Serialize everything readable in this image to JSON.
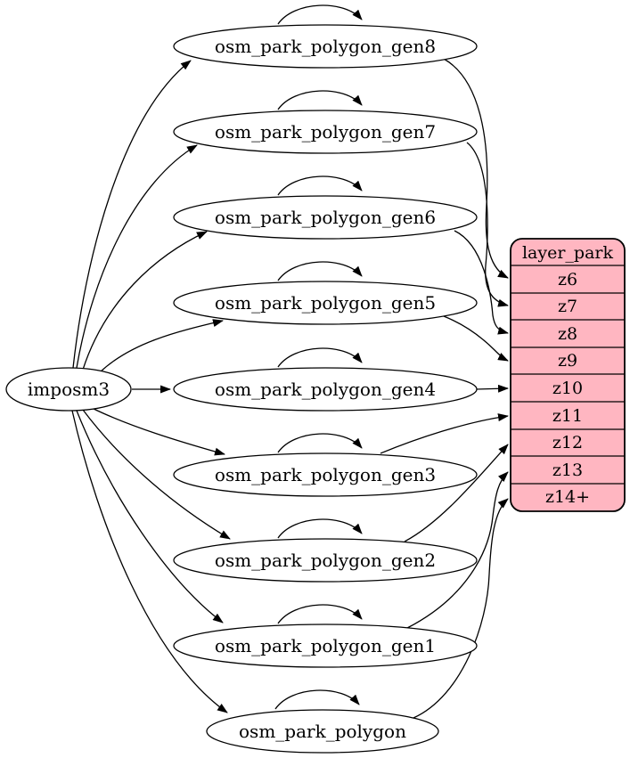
{
  "diagram": {
    "type": "graphviz-digraph",
    "source_node": {
      "label": "imposm3"
    },
    "generalized_tables": [
      {
        "label": "osm_park_polygon_gen8",
        "feeds_zoom": "z6"
      },
      {
        "label": "osm_park_polygon_gen7",
        "feeds_zoom": "z7"
      },
      {
        "label": "osm_park_polygon_gen6",
        "feeds_zoom": "z8"
      },
      {
        "label": "osm_park_polygon_gen5",
        "feeds_zoom": "z9"
      },
      {
        "label": "osm_park_polygon_gen4",
        "feeds_zoom": "z10"
      },
      {
        "label": "osm_park_polygon_gen3",
        "feeds_zoom": "z11"
      },
      {
        "label": "osm_park_polygon_gen2",
        "feeds_zoom": "z12"
      },
      {
        "label": "osm_park_polygon_gen1",
        "feeds_zoom": "z13"
      },
      {
        "label": "osm_park_polygon",
        "feeds_zoom": "z14+"
      }
    ],
    "layer_table": {
      "title": "layer_park",
      "rows": [
        "z6",
        "z7",
        "z8",
        "z9",
        "z10",
        "z11",
        "z12",
        "z13",
        "z14+"
      ]
    },
    "colors": {
      "layer_fill": "#ffb6c1",
      "node_fill": "#ffffff",
      "stroke": "#000000",
      "background": "#ffffff"
    },
    "edges": [
      {
        "from": "imposm3",
        "to": "osm_park_polygon_gen8"
      },
      {
        "from": "imposm3",
        "to": "osm_park_polygon_gen7"
      },
      {
        "from": "imposm3",
        "to": "osm_park_polygon_gen6"
      },
      {
        "from": "imposm3",
        "to": "osm_park_polygon_gen5"
      },
      {
        "from": "imposm3",
        "to": "osm_park_polygon_gen4"
      },
      {
        "from": "imposm3",
        "to": "osm_park_polygon_gen3"
      },
      {
        "from": "imposm3",
        "to": "osm_park_polygon_gen2"
      },
      {
        "from": "imposm3",
        "to": "osm_park_polygon_gen1"
      },
      {
        "from": "imposm3",
        "to": "osm_park_polygon"
      },
      {
        "from": "osm_park_polygon_gen8",
        "to": "osm_park_polygon_gen8",
        "self_loop": true
      },
      {
        "from": "osm_park_polygon_gen7",
        "to": "osm_park_polygon_gen7",
        "self_loop": true
      },
      {
        "from": "osm_park_polygon_gen6",
        "to": "osm_park_polygon_gen6",
        "self_loop": true
      },
      {
        "from": "osm_park_polygon_gen5",
        "to": "osm_park_polygon_gen5",
        "self_loop": true
      },
      {
        "from": "osm_park_polygon_gen4",
        "to": "osm_park_polygon_gen4",
        "self_loop": true
      },
      {
        "from": "osm_park_polygon_gen3",
        "to": "osm_park_polygon_gen3",
        "self_loop": true
      },
      {
        "from": "osm_park_polygon_gen2",
        "to": "osm_park_polygon_gen2",
        "self_loop": true
      },
      {
        "from": "osm_park_polygon_gen1",
        "to": "osm_park_polygon_gen1",
        "self_loop": true
      },
      {
        "from": "osm_park_polygon",
        "to": "osm_park_polygon",
        "self_loop": true
      },
      {
        "from": "osm_park_polygon_gen8",
        "to": "layer_park.z6"
      },
      {
        "from": "osm_park_polygon_gen7",
        "to": "layer_park.z7"
      },
      {
        "from": "osm_park_polygon_gen6",
        "to": "layer_park.z8"
      },
      {
        "from": "osm_park_polygon_gen5",
        "to": "layer_park.z9"
      },
      {
        "from": "osm_park_polygon_gen4",
        "to": "layer_park.z10"
      },
      {
        "from": "osm_park_polygon_gen3",
        "to": "layer_park.z11"
      },
      {
        "from": "osm_park_polygon_gen2",
        "to": "layer_park.z12"
      },
      {
        "from": "osm_park_polygon_gen1",
        "to": "layer_park.z13"
      },
      {
        "from": "osm_park_polygon",
        "to": "layer_park.z14+"
      }
    ]
  }
}
